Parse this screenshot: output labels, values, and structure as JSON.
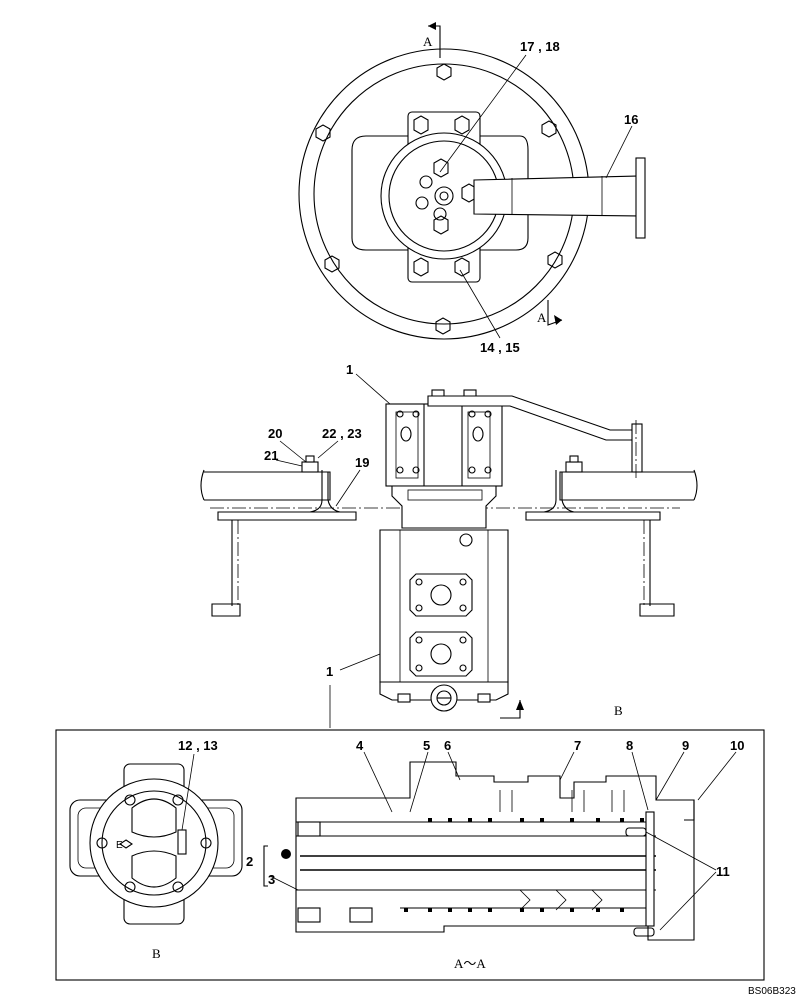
{
  "callouts": {
    "c1_top": "1",
    "c1_bottom": "1",
    "c2": "2",
    "c3": "3",
    "c4": "4",
    "c5": "5",
    "c6": "6",
    "c7": "7",
    "c8": "8",
    "c9": "9",
    "c10": "10",
    "c11": "11",
    "c12_13": "12 , 13",
    "c14_15": "14 , 15",
    "c16": "16",
    "c17_18": "17 , 18",
    "c19": "19",
    "c20": "20",
    "c21": "21",
    "c22_23": "22 , 23"
  },
  "section_labels": {
    "a_top": "A",
    "a_bottom": "A",
    "b_arrow": "B",
    "b_view": "B",
    "a_a_view": "A～A"
  },
  "small_marks": {
    "e_mark": "E"
  },
  "drawing_code": "BS06B323"
}
